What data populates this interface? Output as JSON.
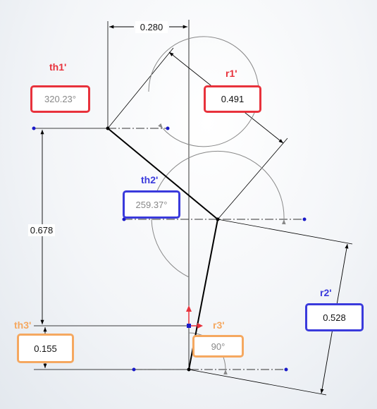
{
  "colors": {
    "red": "#e8323c",
    "blue": "#3a3adc",
    "orange": "#f5a860",
    "sketch": "#000000",
    "arc": "#888888",
    "point": "#1a1ac8"
  },
  "dimensions": {
    "width_top": "0.280",
    "height_left": "0.678"
  },
  "variables": {
    "th1": {
      "label": "th1'",
      "value": "320.23°"
    },
    "r1": {
      "label": "r1'",
      "value": "0.491"
    },
    "th2": {
      "label": "th2'",
      "value": "259.37°"
    },
    "r2": {
      "label": "r2'",
      "value": "0.528"
    },
    "th3": {
      "label": "th3'",
      "value": "0.155"
    },
    "r3": {
      "label": "r3'",
      "value": "90°"
    }
  }
}
